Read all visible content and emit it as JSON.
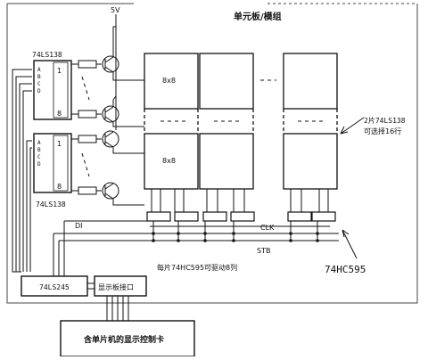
{
  "labels": {
    "module_title": "单元板/模组",
    "supply": "5V",
    "decoder_top": "74LS138",
    "decoder_bottom": "74LS138",
    "decoder_inputs": "A\nB\nC\nD",
    "decoder_first_out": "1",
    "decoder_last_out": "8",
    "matrix_label_top": "8x8",
    "matrix_label_bottom": "8x8",
    "data_in": "DI",
    "clock": "CLK",
    "strobe": "STB",
    "shift_register": "74HC595",
    "shift_register_note": "每片74HC595可驱动8列",
    "row_note_line1": "2片74LS138",
    "row_note_line2": "可选择16行",
    "buffer": "74LS245",
    "display_port": "显示板接口",
    "controller": "含单片机的显示控制卡"
  }
}
